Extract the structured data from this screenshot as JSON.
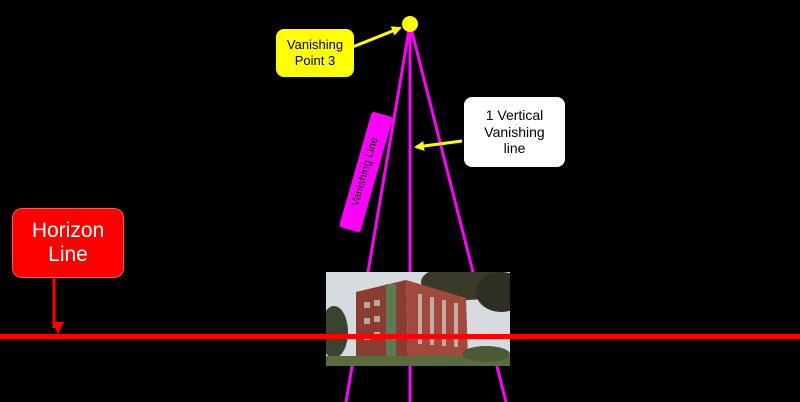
{
  "labels": {
    "vanishing_point": [
      "Vanishing",
      "Point 3"
    ],
    "vertical_line": [
      "1 Vertical",
      "Vanishing",
      "line"
    ],
    "horizon": [
      "Horizon",
      "Line"
    ],
    "vanishing_line": "Vanishing Line"
  },
  "colors": {
    "background": "#000000",
    "horizon": "#ff0000",
    "vanishing_lines": "#ff00ff",
    "vanishing_point": "#ffff00",
    "arrows": "#ffff00"
  },
  "icons": {
    "photo": "building-photo"
  }
}
